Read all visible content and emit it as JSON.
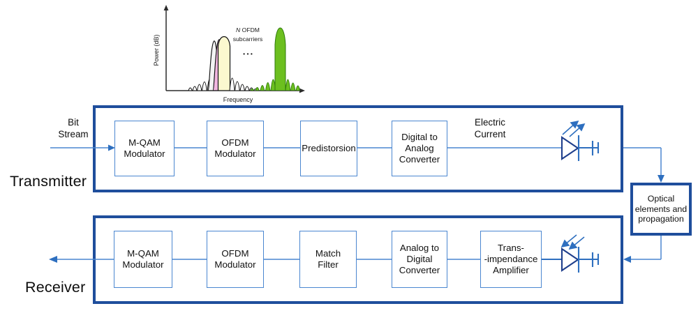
{
  "figure": {
    "title_absent": true,
    "accent_dark_blue": "#1F4E9C",
    "accent_light_blue": "#4A86D0"
  },
  "spectrum": {
    "ylabel": "Power (dB)",
    "xlabel": "Frequency",
    "annotation_italic": "N",
    "annotation_line1_rest": " OFDM",
    "annotation_line2": "subcarriers",
    "ellipsis": "• • •",
    "colors": {
      "outline": "#111111",
      "subcarrier_white": "#f4f4f4",
      "subcarrier_pink": "#f2b8e0",
      "subcarrier_yellow": "#fbf8cf",
      "subcarrier_green": "#6abf1e"
    }
  },
  "transmitter": {
    "section_label": "Transmitter",
    "input_label_line1": "Bit",
    "input_label_line2": "Stream",
    "signal_label_line1": "Electric",
    "signal_label_line2": "Current",
    "blocks": [
      {
        "id": "mqam",
        "line1": "M-QAM",
        "line2": "Modulator"
      },
      {
        "id": "ofdm",
        "line1": "OFDM",
        "line2": "Modulator"
      },
      {
        "id": "predistorsion",
        "line1": "Predistorsion",
        "line2": ""
      },
      {
        "id": "dac",
        "line1": "Digital to",
        "line2": "Analog",
        "line3": "Converter"
      }
    ],
    "emitter_icon": "led-icon"
  },
  "receiver": {
    "section_label": "Receiver",
    "blocks": [
      {
        "id": "mqam",
        "line1": "M-QAM",
        "line2": "Modulator"
      },
      {
        "id": "ofdm",
        "line1": "OFDM",
        "line2": "Modulator"
      },
      {
        "id": "matchfilter",
        "line1": "Match",
        "line2": "Filter"
      },
      {
        "id": "adc",
        "line1": "Analog to",
        "line2": "Digital",
        "line3": "Converter"
      },
      {
        "id": "tia",
        "line1": "Trans-",
        "line2": "-impendance",
        "line3": "Amplifier"
      }
    ],
    "detector_icon": "photodiode-icon"
  },
  "optical_channel": {
    "line1": "Optical",
    "line2": "elements",
    "line3": "and",
    "line4": "propagation"
  }
}
